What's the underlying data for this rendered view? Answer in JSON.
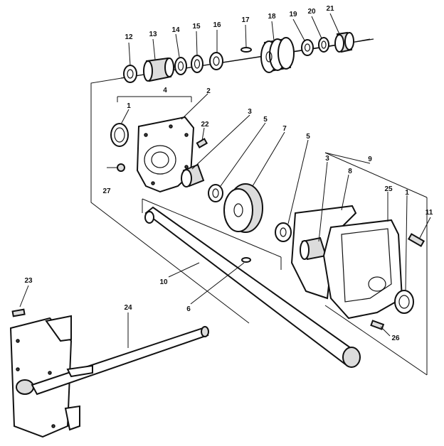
{
  "callouts": [
    {
      "id": "c1a",
      "text": "1"
    },
    {
      "id": "c1b",
      "text": "1"
    },
    {
      "id": "c2",
      "text": "2"
    },
    {
      "id": "c3a",
      "text": "3"
    },
    {
      "id": "c3b",
      "text": "3"
    },
    {
      "id": "c4",
      "text": "4"
    },
    {
      "id": "c5a",
      "text": "5"
    },
    {
      "id": "c5b",
      "text": "5"
    },
    {
      "id": "c6",
      "text": "6"
    },
    {
      "id": "c7",
      "text": "7"
    },
    {
      "id": "c8",
      "text": "8"
    },
    {
      "id": "c9",
      "text": "9"
    },
    {
      "id": "c10",
      "text": "10"
    },
    {
      "id": "c11",
      "text": "11"
    },
    {
      "id": "c12",
      "text": "12"
    },
    {
      "id": "c13",
      "text": "13"
    },
    {
      "id": "c14",
      "text": "14"
    },
    {
      "id": "c15",
      "text": "15"
    },
    {
      "id": "c16",
      "text": "16"
    },
    {
      "id": "c17",
      "text": "17"
    },
    {
      "id": "c18",
      "text": "18"
    },
    {
      "id": "c19",
      "text": "19"
    },
    {
      "id": "c20",
      "text": "20"
    },
    {
      "id": "c21",
      "text": "21"
    },
    {
      "id": "c22",
      "text": "22"
    },
    {
      "id": "c23",
      "text": "23"
    },
    {
      "id": "c24",
      "text": "24"
    },
    {
      "id": "c25",
      "text": "25"
    },
    {
      "id": "c26",
      "text": "26"
    },
    {
      "id": "c27",
      "text": "27"
    }
  ]
}
